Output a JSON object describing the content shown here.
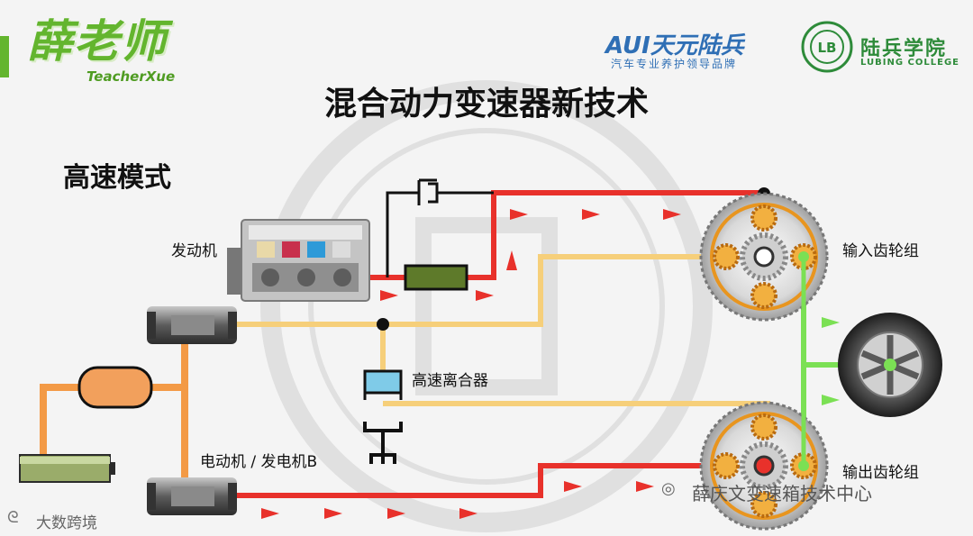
{
  "brand": {
    "name_cn": "薛老师",
    "name_en": "TeacherXue"
  },
  "partner": {
    "logo": "AUI天元陆兵",
    "slogan": "汽车专业养护领导品牌"
  },
  "college": {
    "name_cn": "陆兵学院",
    "name_en": "LUBING COLLEGE"
  },
  "slide": {
    "title": "混合动力变速器新技术",
    "mode": "高速模式"
  },
  "labels": {
    "engine": "发动机",
    "input_gearset": "输入齿轮组",
    "high_speed_clutch": "高速离合器",
    "motor_generator_b": "电动机 / 发电机B",
    "output_gearset": "输出齿轮组"
  },
  "watermarks": {
    "wechat": "薛庆文变速箱技术中心",
    "corner": "大数跨境"
  },
  "colors": {
    "engine_power": "#e8312b",
    "motor_power": "#f6cf7a",
    "output_power": "#7be054",
    "battery_link": "#f39a46",
    "gear": "#e8951f"
  },
  "icons": [
    "engine-icon",
    "motor-icon",
    "inverter-icon",
    "battery-icon",
    "gear-icon",
    "wheel-icon",
    "damper-icon",
    "clutch-icon",
    "brake-icon"
  ]
}
